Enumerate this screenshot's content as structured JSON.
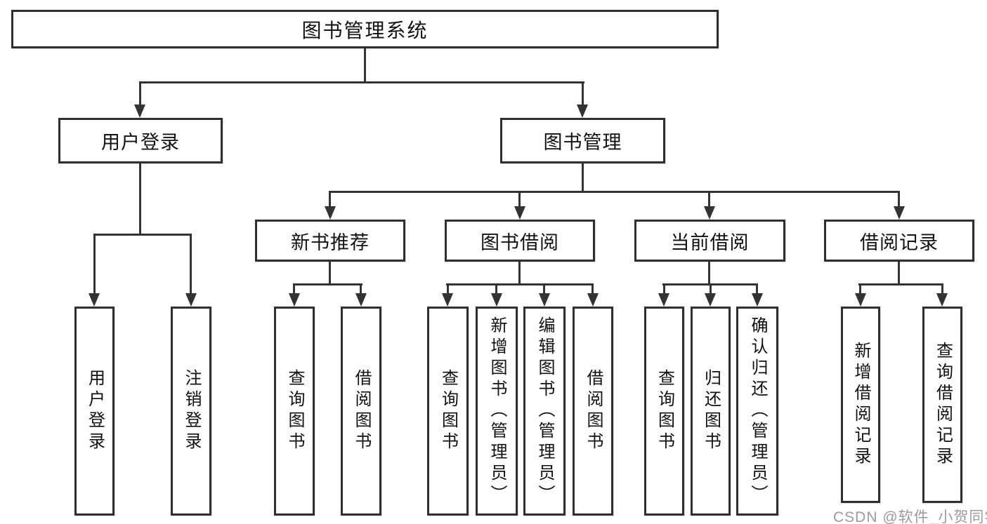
{
  "diagram": {
    "title": {
      "label": "图书管理系统"
    },
    "branches": [
      {
        "label": "用户登录",
        "children": [
          {
            "label": "用户登录"
          },
          {
            "label": "注销登录"
          }
        ]
      },
      {
        "label": "图书管理",
        "children": [
          {
            "label": "新书推荐",
            "children": [
              {
                "label": "查询图书"
              },
              {
                "label": "借阅图书"
              }
            ]
          },
          {
            "label": "图书借阅",
            "children": [
              {
                "label": "查询图书"
              },
              {
                "label": "新增图书（管理员）"
              },
              {
                "label": "编辑图书（管理员）"
              },
              {
                "label": "借阅图书"
              }
            ]
          },
          {
            "label": "当前借阅",
            "children": [
              {
                "label": "查询图书"
              },
              {
                "label": "归还图书"
              },
              {
                "label": "确认归还（管理员）"
              }
            ]
          },
          {
            "label": "借阅记录",
            "children": [
              {
                "label": "新增借阅记录"
              },
              {
                "label": "查询借阅记录"
              }
            ]
          }
        ]
      }
    ]
  },
  "watermark": {
    "text": "CSDN @软件_小贺同学",
    "color": "#9b9b9b"
  },
  "colors": {
    "line": "#333333",
    "border": "#2f2f2f",
    "text": "#111111",
    "background": "#ffffff"
  }
}
